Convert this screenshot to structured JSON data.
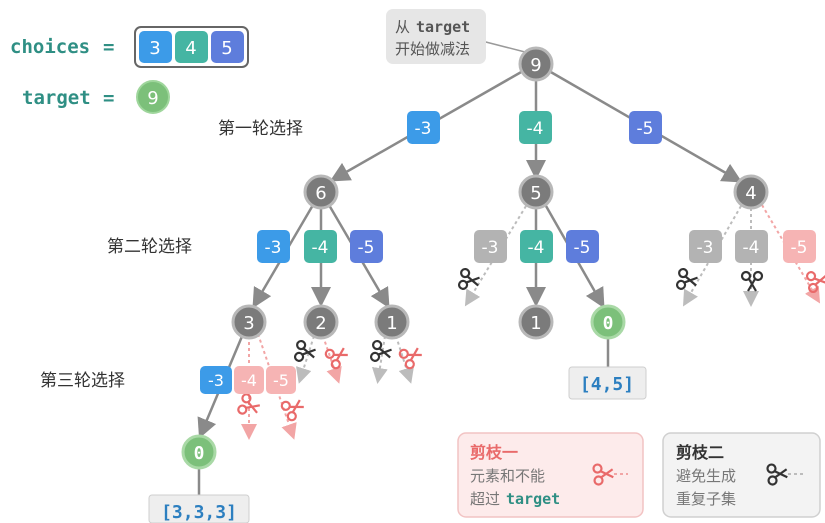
{
  "legend": {
    "choices_label": "choices",
    "equals": "=",
    "choices": [
      "3",
      "4",
      "5"
    ],
    "target_label": "target",
    "target_value": "9"
  },
  "root_note": {
    "line1_prefix": "从",
    "line1_code": "target",
    "line2": "开始做减法"
  },
  "rounds": [
    "第一轮选择",
    "第二轮选择",
    "第三轮选择"
  ],
  "nodes": {
    "root": "9",
    "level1": [
      "6",
      "5",
      "4"
    ],
    "level2": [
      "3",
      "2",
      "1",
      "1",
      "0"
    ],
    "leaf": "0"
  },
  "edge_labels": {
    "round1": [
      "-3",
      "-4",
      "-5"
    ],
    "round2_a": [
      "-3",
      "-4",
      "-5"
    ],
    "round2_b": [
      "-3",
      "-4",
      "-5"
    ],
    "round2_c": [
      "-3",
      "-4",
      "-5"
    ],
    "round3": [
      "-3",
      "-4",
      "-5"
    ]
  },
  "results": [
    "[4,5]",
    "[3,3,3]"
  ],
  "pruning_legend": {
    "rule1": {
      "title": "剪枝一",
      "line1": "元素和不能",
      "line2_prefix": "超过",
      "line2_code": "target"
    },
    "rule2": {
      "title": "剪枝二",
      "line1": "避免生成",
      "line2": "重复子集"
    }
  },
  "colors": {
    "blue": "#3c9be8",
    "teal": "#45b5a3",
    "purple": "#5e7ddc",
    "gray_node": "#7b7b7b",
    "green_node": "#7cc07a",
    "pruned_pink": "#f6b4b4",
    "pruned_gray": "#b3b3b3",
    "scissor_red": "#e96a6a"
  }
}
